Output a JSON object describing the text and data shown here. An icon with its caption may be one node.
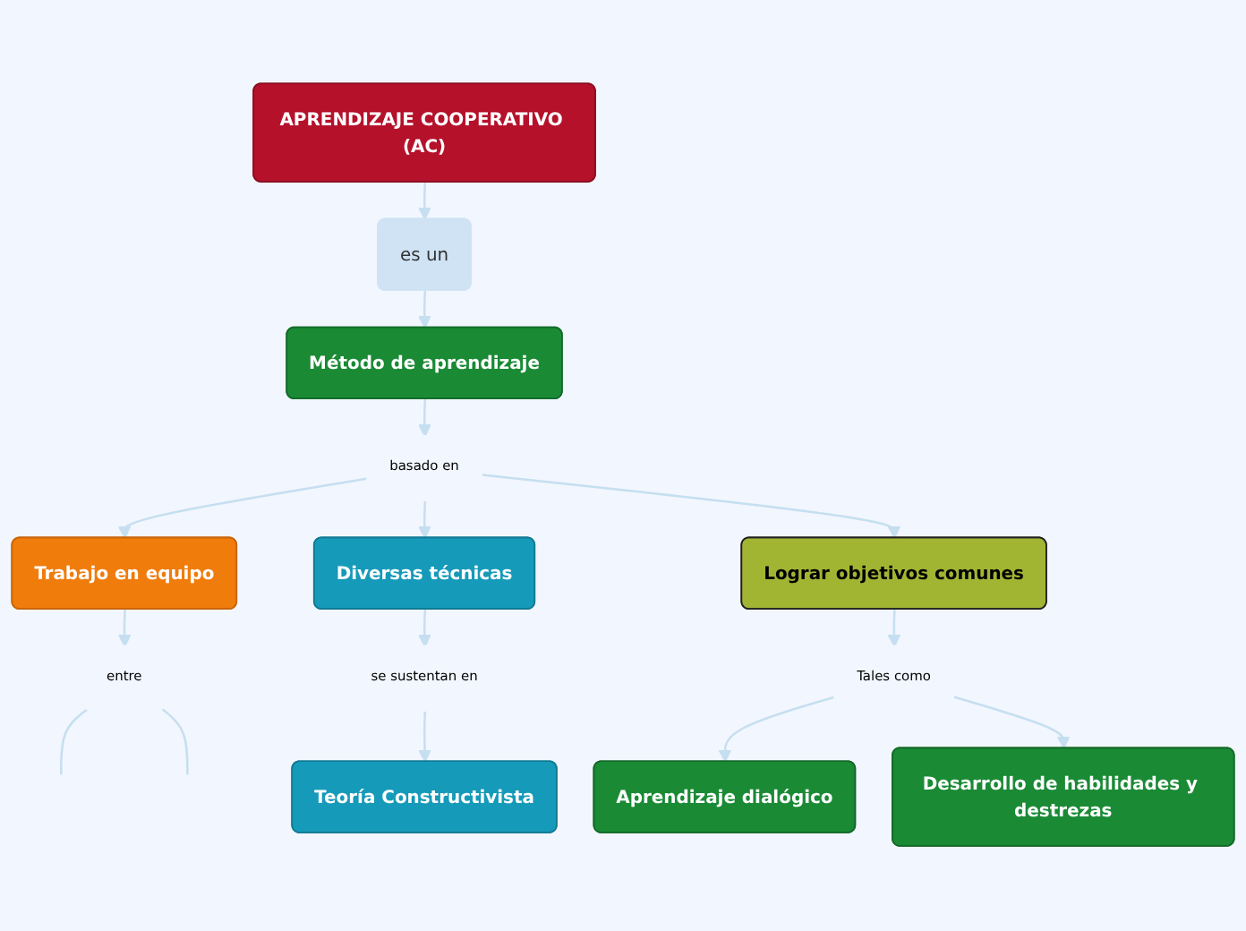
{
  "diagram": {
    "nodes": [
      {
        "text": [
          "APRENDIZAJE COOPERATIVO (AC)"
        ]
      },
      {
        "text": [
          "es un"
        ]
      },
      {
        "text": [
          "Método de aprendizaje"
        ]
      },
      {
        "text": [
          "basado en"
        ]
      },
      {
        "text": [
          "Trabajo en equipo"
        ]
      },
      {
        "text": [
          "Diversas técnicas"
        ]
      },
      {
        "text": [
          "Lograr objetivos comunes"
        ]
      },
      {
        "text": [
          "entre"
        ]
      },
      {
        "text": [
          "se sustentan en"
        ]
      },
      {
        "text": [
          "Tales como"
        ]
      },
      {
        "text": [
          "Teoría Constructivista"
        ]
      },
      {
        "text": [
          "Aprendizaje dialógico"
        ]
      },
      {
        "text": [
          "Desarrollo de habilidades y destrezas"
        ]
      }
    ],
    "edges": [
      {
        "from": 0,
        "to": 1,
        "arrow": "to"
      },
      {
        "from": 1,
        "to": 2,
        "arrow": "to"
      },
      {
        "from": 2,
        "to": 3,
        "arrow": "to"
      },
      {
        "from": 3,
        "to": 4,
        "arrow": "to"
      },
      {
        "from": 3,
        "to": 5,
        "arrow": "to"
      },
      {
        "from": 3,
        "to": 6,
        "arrow": "to"
      },
      {
        "from": 4,
        "to": 7,
        "arrow": "to"
      },
      {
        "from": 5,
        "to": 8,
        "arrow": "to"
      },
      {
        "from": 6,
        "to": 9,
        "arrow": "to"
      },
      {
        "from": 8,
        "to": 10,
        "arrow": "to"
      },
      {
        "from": 9,
        "to": 11,
        "arrow": "to"
      },
      {
        "from": 9,
        "to": 12,
        "arrow": "to"
      },
      {
        "from": 7,
        "to": null,
        "arrow": "none"
      },
      {
        "from": 7,
        "to": null,
        "arrow": "none"
      }
    ]
  }
}
